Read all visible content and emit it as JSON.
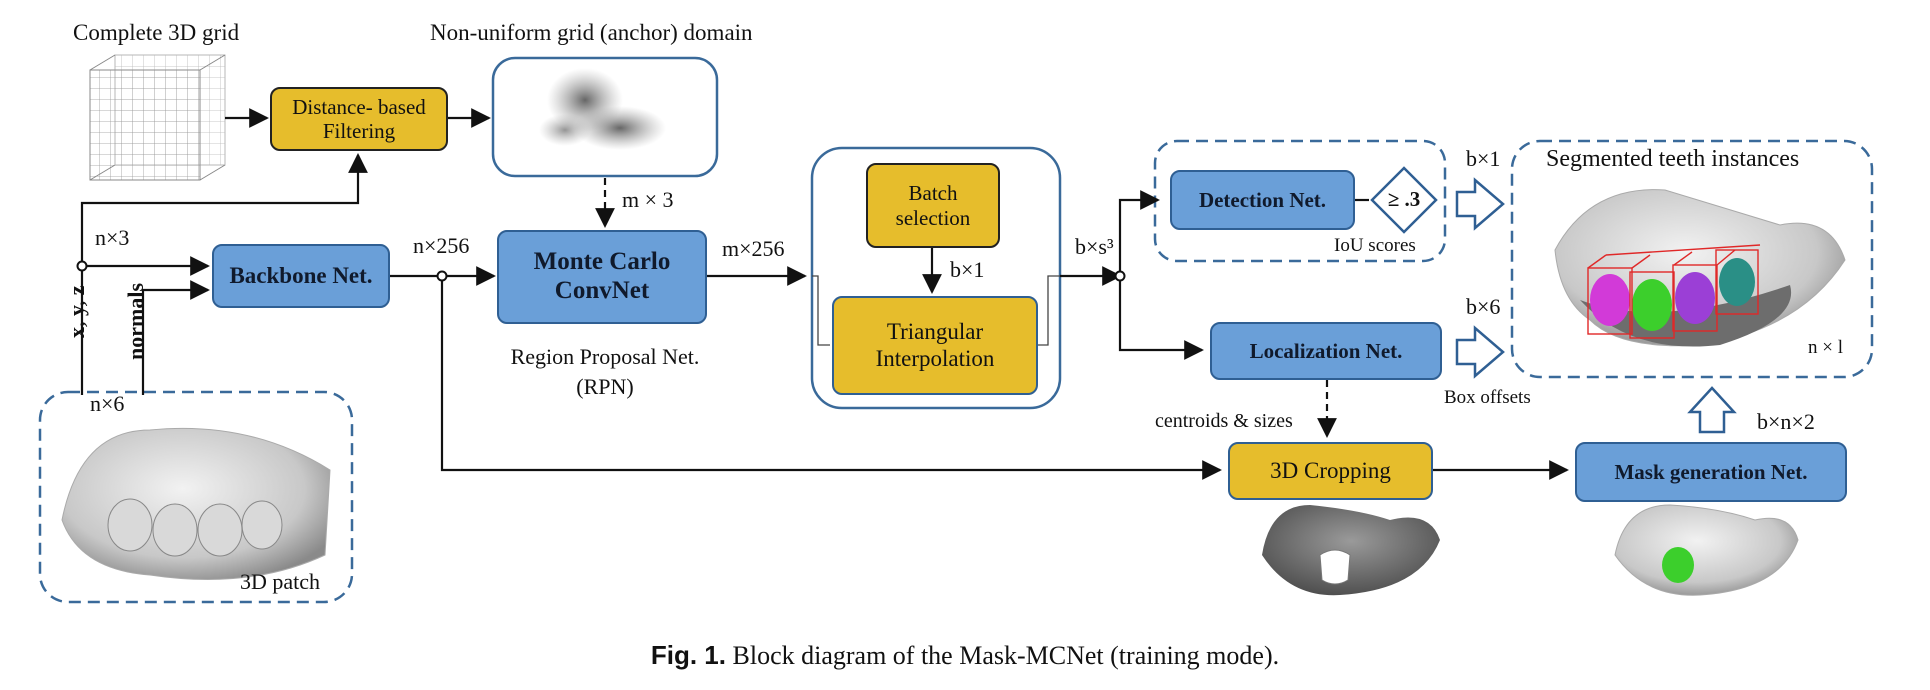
{
  "labels": {
    "complete_grid": "Complete 3D grid",
    "nonuniform_grid": "Non-uniform grid (anchor) domain",
    "segmented": "Segmented teeth instances",
    "n3": "n×3",
    "n6": "n×6",
    "xyz": "x, y, z",
    "normals": "normals",
    "n256": "n×256",
    "m3": "m × 3",
    "m256": "m×256",
    "b1_batch": "b×1",
    "bs3": "b×s³",
    "b1_cls": "b×1",
    "b6": "b×6",
    "iou": "IoU scores",
    "box_offsets": "Box offsets",
    "centroids": "centroids & sizes",
    "bn2": "b×n×2",
    "nl": "n × l",
    "patch": "3D patch",
    "rpn_line1": "Region Proposal Net.",
    "rpn_line2": "(RPN)"
  },
  "boxes": {
    "distance_filtering": "Distance- based Filtering",
    "backbone": "Backbone Net.",
    "monte_carlo": "Monte Carlo ConvNet",
    "batch_selection": "Batch selection",
    "triangular": "Triangular Interpolation",
    "detection": "Detection Net.",
    "threshold": "≥ .3",
    "localization": "Localization Net.",
    "cropping": "3D Cropping",
    "mask_generation": "Mask generation Net."
  },
  "caption": {
    "prefix": "Fig. 1.",
    "text": "Block diagram of the Mask-MCNet (training mode)."
  },
  "colors": {
    "blue_fill": "#6a9fd8",
    "blue_border": "#2f5f93",
    "yellow_fill": "#e6bd2c",
    "dashed_frame": "#3a6a9a",
    "tooth_magenta": "#d23ad8",
    "tooth_green": "#3ccf2c",
    "tooth_purple": "#9b3fd6",
    "tooth_teal": "#2a8f86"
  }
}
